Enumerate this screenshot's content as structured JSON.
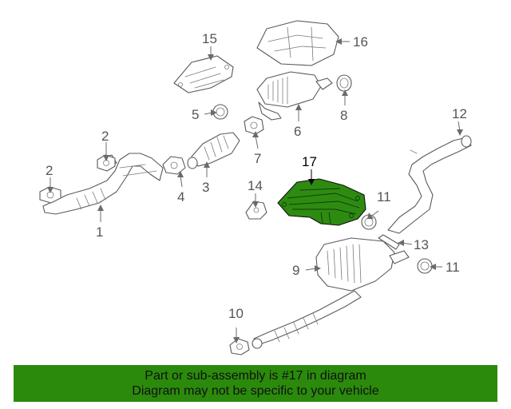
{
  "diagram": {
    "callouts": [
      {
        "id": "1",
        "label": "1"
      },
      {
        "id": "2a",
        "label": "2"
      },
      {
        "id": "2b",
        "label": "2"
      },
      {
        "id": "3",
        "label": "3"
      },
      {
        "id": "4",
        "label": "4"
      },
      {
        "id": "5",
        "label": "5"
      },
      {
        "id": "6",
        "label": "6"
      },
      {
        "id": "7",
        "label": "7"
      },
      {
        "id": "8",
        "label": "8"
      },
      {
        "id": "9",
        "label": "9"
      },
      {
        "id": "10",
        "label": "10"
      },
      {
        "id": "11a",
        "label": "11"
      },
      {
        "id": "11b",
        "label": "11"
      },
      {
        "id": "12",
        "label": "12"
      },
      {
        "id": "13",
        "label": "13"
      },
      {
        "id": "14",
        "label": "14"
      },
      {
        "id": "15",
        "label": "15"
      },
      {
        "id": "16",
        "label": "16"
      },
      {
        "id": "17",
        "label": "17"
      }
    ],
    "highlight_color": "#2e8b12"
  },
  "footer": {
    "line1": "Part or sub-assembly is #17 in diagram",
    "line2": "Diagram may not be specific to your vehicle",
    "background": "#2b8a0c"
  }
}
